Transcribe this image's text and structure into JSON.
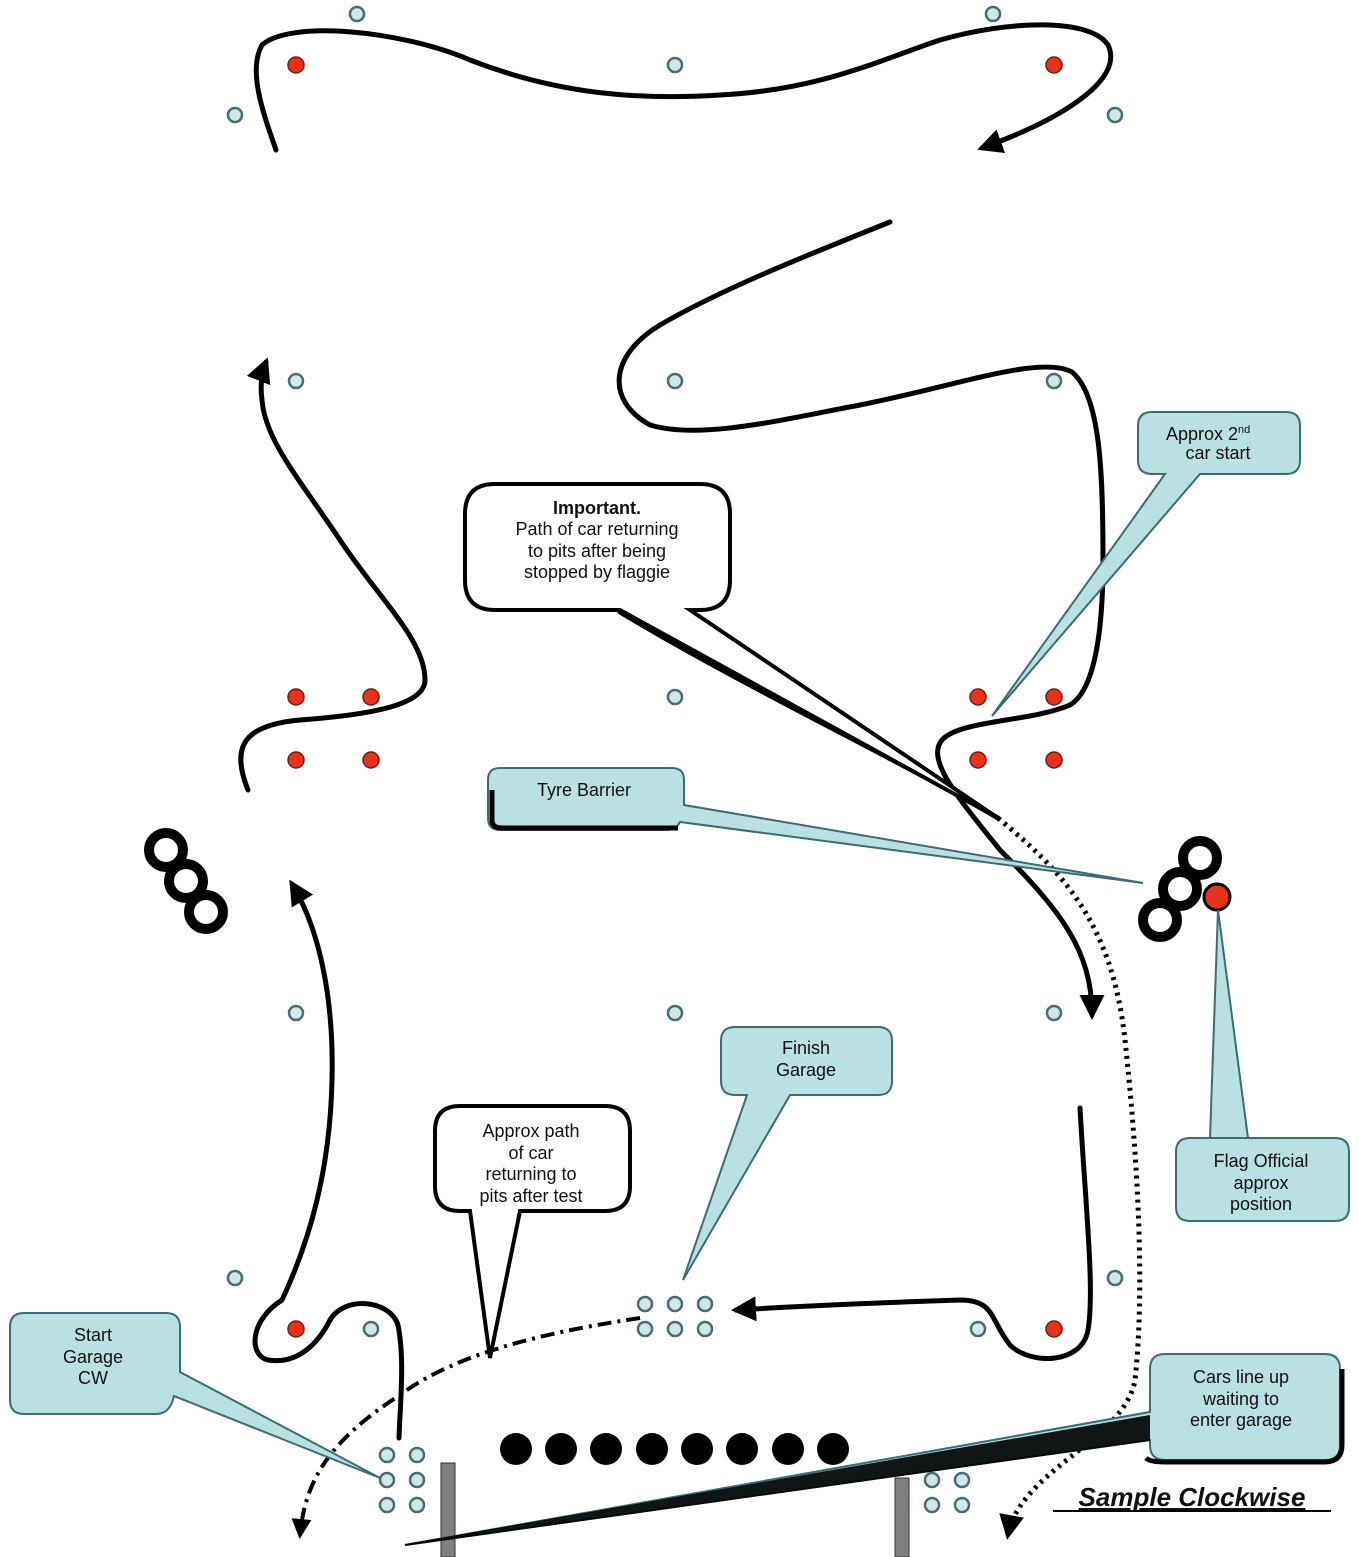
{
  "title": "Sample Clockwise",
  "colors": {
    "track": "#000000",
    "cone_blue": "#cfe8e6",
    "cone_red": "#e8321c",
    "callout_teal": "#b9e1e2",
    "callout_white": "#ffffff"
  },
  "callouts": {
    "important_title": "Important.",
    "important_line1": "Path of car returning",
    "important_line2": "to pits after being",
    "important_line3": "stopped by flaggie",
    "second_car_line1": "Approx 2",
    "second_car_sup": "nd",
    "second_car_line2": "car start",
    "tyre_barrier": "Tyre Barrier",
    "finish_line1": "Finish",
    "finish_line2": "Garage",
    "approx_path_line1": "Approx path",
    "approx_path_line2": "of car",
    "approx_path_line3": "returning to",
    "approx_path_line4": "pits after test",
    "flag_line1": "Flag Official",
    "flag_line2": "approx",
    "flag_line3": "position",
    "start_line1": "Start",
    "start_line2": "Garage",
    "start_line3": "CW",
    "cars_line1": "Cars line up",
    "cars_line2": "waiting to",
    "cars_line3": "enter garage"
  }
}
